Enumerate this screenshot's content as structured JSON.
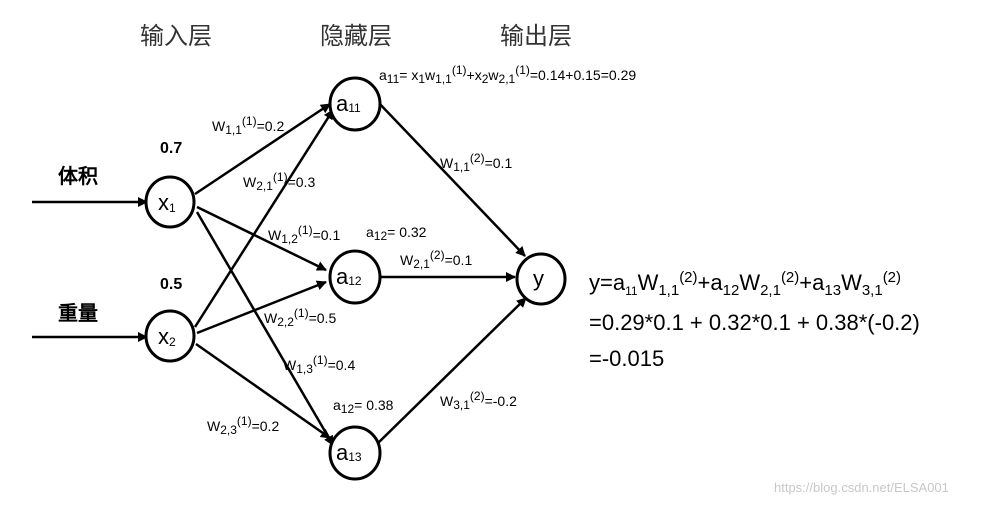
{
  "layers": {
    "input_title": "输入层",
    "hidden_title": "隐藏层",
    "output_title": "输出层"
  },
  "inputs": [
    {
      "label": "体积",
      "value": "0.7",
      "node_text": "x",
      "node_sub": "1"
    },
    {
      "label": "重量",
      "value": "0.5",
      "node_text": "x",
      "node_sub": "2"
    }
  ],
  "hidden_nodes": [
    {
      "text": "a",
      "sub": "11"
    },
    {
      "text": "a",
      "sub": "12"
    },
    {
      "text": "a",
      "sub": "13"
    }
  ],
  "output_node": {
    "text": "y"
  },
  "hidden_values": {
    "a11_formula": "a11= x1w1,1(1)+x2w2,1(1)=0.14+0.15=0.29",
    "a12_value": "a12= 0.32",
    "a13_value": "a12= 0.38"
  },
  "weights": {
    "w11_1": "0.2",
    "w21_1": "0.3",
    "w12_1": "0.1",
    "w22_1": "0.5",
    "w13_1": "0.4",
    "w23_1": "0.2",
    "w11_2": "0.1",
    "w21_2": "0.1",
    "w31_2": "-0.2"
  },
  "output_equation": {
    "line1": "y=a11W1,1(2)+a12W2,1(2)+a13W3,1(2)",
    "line2": "=0.29*0.1 + 0.32*0.1 + 0.38*(-0.2)",
    "line3": "=-0.015"
  },
  "watermark": "https://blog.csdn.net/ELSA001"
}
